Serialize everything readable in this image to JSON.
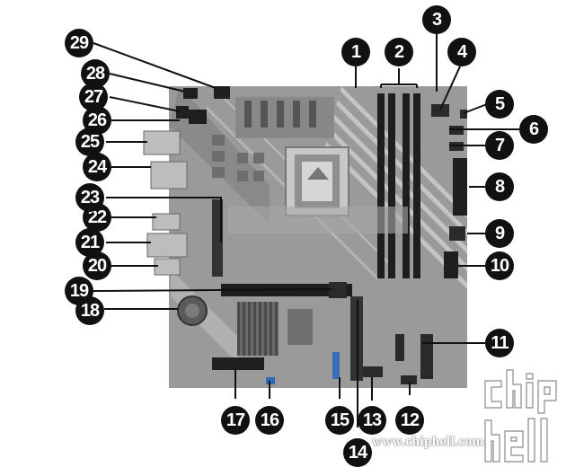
{
  "callouts": [
    {
      "number": "1"
    },
    {
      "number": "2"
    },
    {
      "number": "3"
    },
    {
      "number": "4"
    },
    {
      "number": "5"
    },
    {
      "number": "6"
    },
    {
      "number": "7"
    },
    {
      "number": "8"
    },
    {
      "number": "9"
    },
    {
      "number": "10"
    },
    {
      "number": "11"
    },
    {
      "number": "12"
    },
    {
      "number": "13"
    },
    {
      "number": "14"
    },
    {
      "number": "15"
    },
    {
      "number": "16"
    },
    {
      "number": "17"
    },
    {
      "number": "18"
    },
    {
      "number": "19"
    },
    {
      "number": "20"
    },
    {
      "number": "21"
    },
    {
      "number": "22"
    },
    {
      "number": "23"
    },
    {
      "number": "24"
    },
    {
      "number": "25"
    },
    {
      "number": "26"
    },
    {
      "number": "27"
    },
    {
      "number": "28"
    },
    {
      "number": "29"
    }
  ],
  "watermark": {
    "url": "www.chiphell.com",
    "logo_text": "chip hell"
  },
  "colors": {
    "board": "#9a9a9a",
    "board_dark": "#7d7d7d",
    "callout": "#111111",
    "slot": "#1e1e1e"
  }
}
